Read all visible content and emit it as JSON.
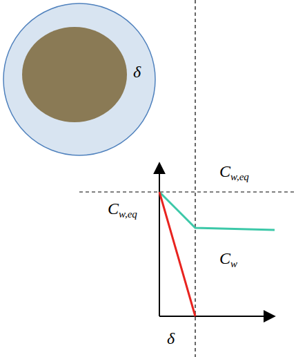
{
  "diagram": {
    "labels": [
      "δ",
      "Cw,eq",
      "Cw,eq",
      "Cw",
      "δ"
    ]
  }
}
